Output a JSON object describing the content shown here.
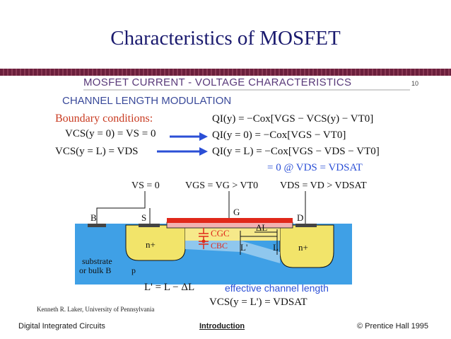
{
  "slide": {
    "title": "Characteristics of MOSFET",
    "footer_left": "Digital Integrated Circuits",
    "footer_center": "Introduction",
    "footer_right": "© Prentice Hall 1995"
  },
  "figure": {
    "header": "MOSFET CURRENT - VOLTAGE CHARACTERISTICS",
    "page_number": "10",
    "subheader": "CHANNEL LENGTH MODULATION",
    "boundary_label": "Boundary conditions:",
    "left_eq1": "VCS(y = 0) = VS = 0",
    "left_eq2": "VCS(y = L) = VDS",
    "right_eq0": "QI(y) = −Cox[VGS − VCS(y) − VT0]",
    "right_eq1": "QI(y = 0) = −Cox[VGS − VT0]",
    "right_eq2": "QI(y = L) = −Cox[VGS − VDS − VT0]",
    "right_eq3": "= 0 @ VDS = VDSAT",
    "vs_label": "VS = 0",
    "vgs_label": "VGS = VG > VT0",
    "vds_label": "VDS = VD > VDSAT",
    "b_label": "B",
    "s_label": "S",
    "g_label": "G",
    "d_label": "D",
    "n_left": "n+",
    "n_right": "n+",
    "cgc": "CGC",
    "cbc": "CBC",
    "delta_l": "ΔL",
    "l_prime": "L'",
    "l_label": "L",
    "substrate": "substrate",
    "bulk": "or bulk B",
    "p_label": "p",
    "eq_lprime": "L' = L − ΔL",
    "effective": "effective channel length",
    "eq_vcs": "VCS(y = L') = VDSAT",
    "credit": "Kenneth R. Laker, University of Pennsylvania"
  },
  "colors": {
    "title": "#1a1a6e",
    "rule": "#6b1f3c",
    "accent_red": "#c83a20",
    "accent_blue": "#2b4fd6",
    "substrate": "#3fa0e6",
    "diffusion": "#f2e46a",
    "gate_red": "#e0281a"
  }
}
